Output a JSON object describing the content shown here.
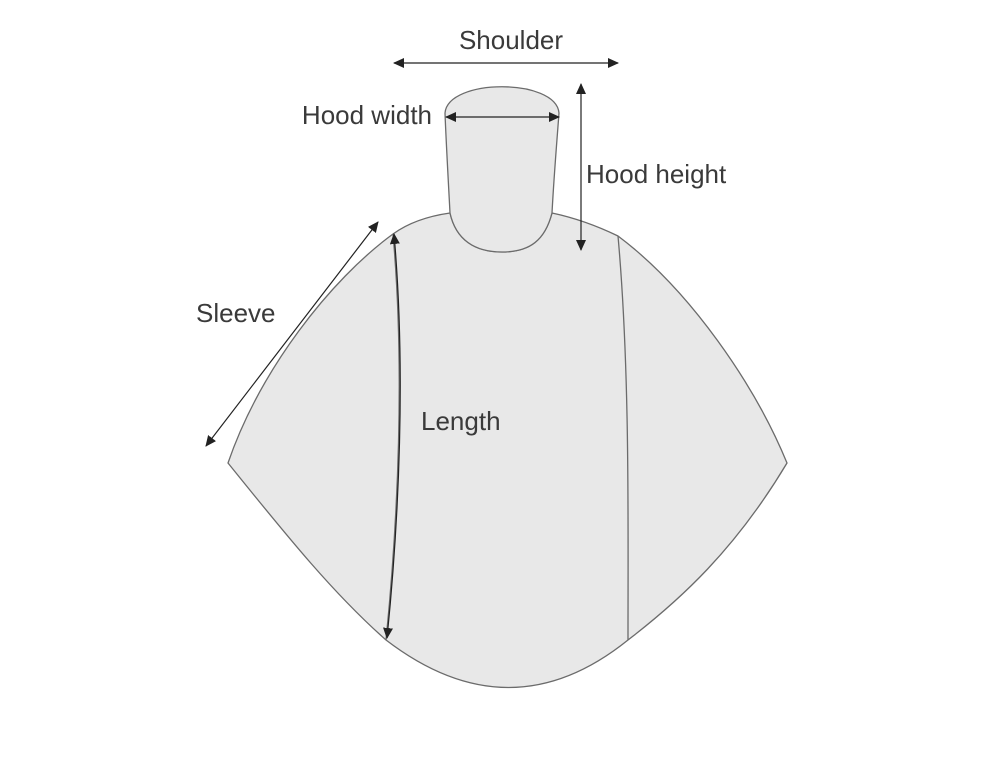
{
  "labels": {
    "shoulder": "Shoulder",
    "hood_width": "Hood width",
    "hood_height": "Hood height",
    "sleeve": "Sleeve",
    "length": "Length"
  },
  "colors": {
    "fill": "#e8e8e8",
    "stroke": "#6b6b6b",
    "arrow": "#222222",
    "text": "#3a3a3a"
  }
}
